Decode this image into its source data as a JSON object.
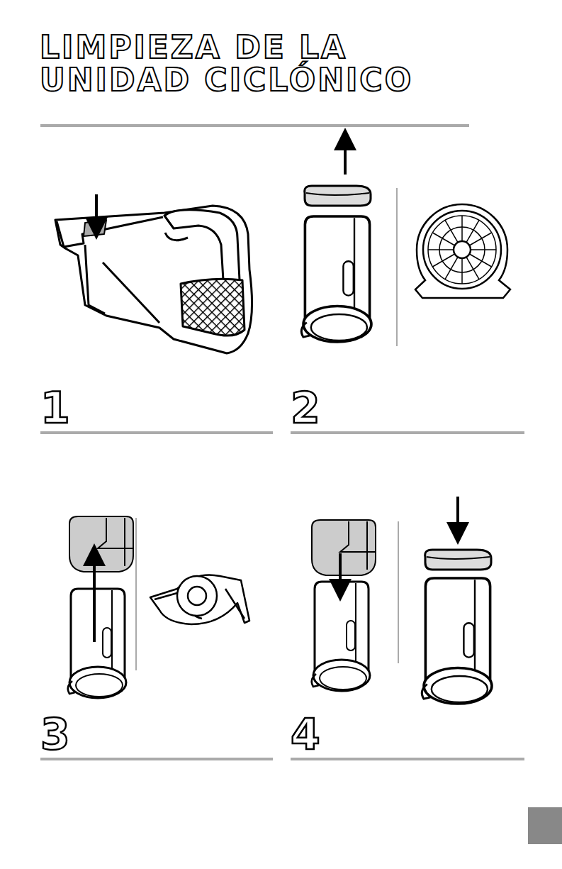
{
  "diagram": {
    "title": "LIMPIEZA DE LA UNIDAD CICLÓNICO",
    "labels": [
      "1",
      "2",
      "3",
      "4"
    ]
  }
}
